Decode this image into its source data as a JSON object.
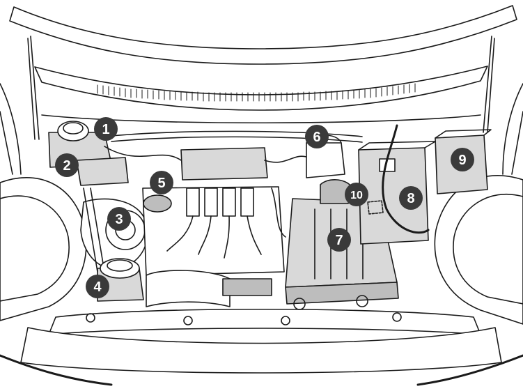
{
  "diagram": {
    "line_color": "#1a1a1a",
    "part_fill": "#d9d9d9",
    "part_fill_dark": "#bdbdbd",
    "callout_fill": "#3a3a3a",
    "callout_text_color": "#ffffff",
    "callouts": [
      {
        "label": "1"
      },
      {
        "label": "2"
      },
      {
        "label": "3"
      },
      {
        "label": "4"
      },
      {
        "label": "5"
      },
      {
        "label": "6"
      },
      {
        "label": "7"
      },
      {
        "label": "8"
      },
      {
        "label": "9"
      },
      {
        "label": "10"
      }
    ]
  }
}
